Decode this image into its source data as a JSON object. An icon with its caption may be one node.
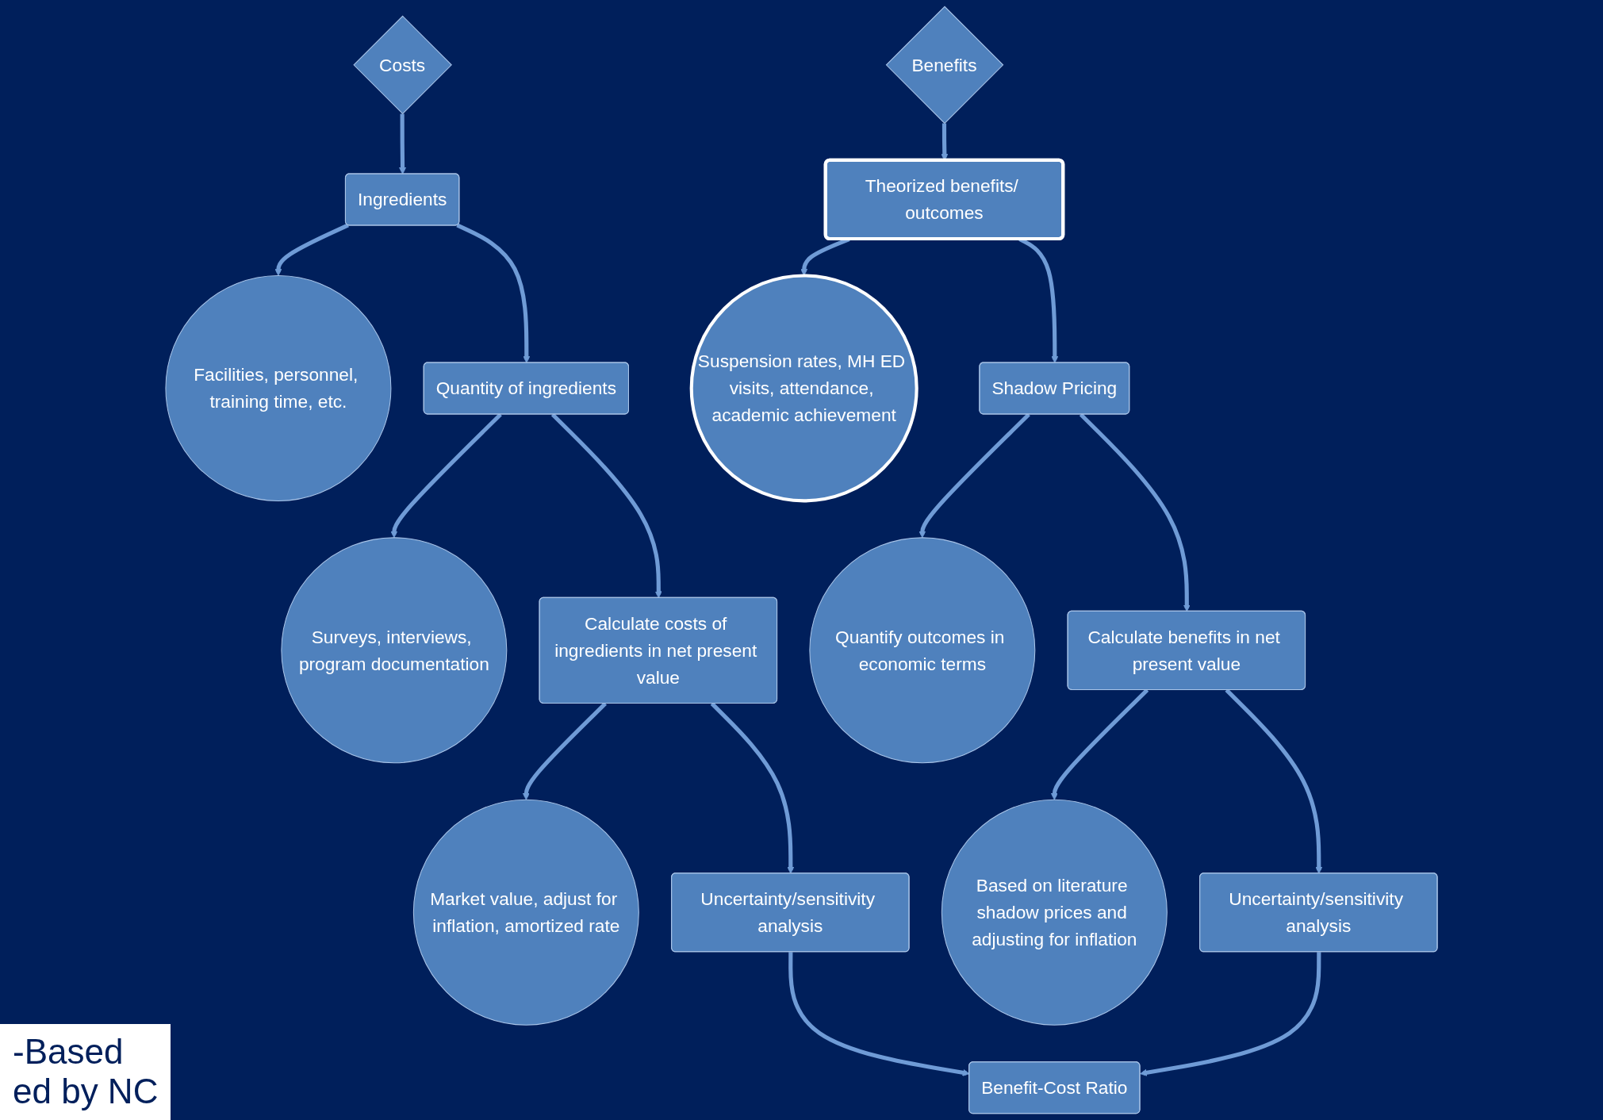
{
  "diagram": {
    "nodes": [
      {
        "text": [
          "Costs"
        ]
      },
      {
        "text": [
          "Ingredients"
        ]
      },
      {
        "text": [
          "Facilities, personnel, training time, etc."
        ]
      },
      {
        "text": [
          "Quantity of ingredients"
        ]
      },
      {
        "text": [
          "Surveys, interviews, program documentation"
        ]
      },
      {
        "text": [
          "Calculate costs of ingredients in net present value"
        ]
      },
      {
        "text": [
          "Market value, adjust for inflation, amortized rate"
        ]
      },
      {
        "text": [
          "Uncertainty/sensitivity analysis"
        ]
      },
      {
        "text": [
          "Benefits"
        ]
      },
      {
        "text": [
          "Theorized benefits/ outcomes"
        ]
      },
      {
        "text": [
          "Suspension rates, MH ED visits, attendance, academic achievement"
        ]
      },
      {
        "text": [
          "Shadow Pricing"
        ]
      },
      {
        "text": [
          "Quantify outcomes in economic terms"
        ]
      },
      {
        "text": [
          "Calculate benefits in net present value"
        ]
      },
      {
        "text": [
          "Based on literature shadow prices and adjusting for inflation"
        ]
      },
      {
        "text": [
          "Uncertainty/sensitivity analysis"
        ]
      },
      {
        "text": [
          "Benefit-Cost Ratio"
        ]
      }
    ],
    "edges": [
      {
        "from": 0,
        "to": 1,
        "arrow": "to"
      },
      {
        "from": 1,
        "to": 2,
        "arrow": "to"
      },
      {
        "from": 1,
        "to": 3,
        "arrow": "to"
      },
      {
        "from": 3,
        "to": 4,
        "arrow": "to"
      },
      {
        "from": 3,
        "to": 5,
        "arrow": "to"
      },
      {
        "from": 5,
        "to": 6,
        "arrow": "to"
      },
      {
        "from": 5,
        "to": 7,
        "arrow": "to"
      },
      {
        "from": 8,
        "to": 9,
        "arrow": "to"
      },
      {
        "from": 9,
        "to": 10,
        "arrow": "to"
      },
      {
        "from": 9,
        "to": 11,
        "arrow": "to"
      },
      {
        "from": 11,
        "to": 12,
        "arrow": "to"
      },
      {
        "from": 11,
        "to": 13,
        "arrow": "to"
      },
      {
        "from": 13,
        "to": 14,
        "arrow": "to"
      },
      {
        "from": 13,
        "to": 15,
        "arrow": "to"
      },
      {
        "from": 7,
        "to": 16,
        "arrow": "to"
      },
      {
        "from": 15,
        "to": 16,
        "arrow": "to"
      }
    ],
    "labels": [
      "-Based",
      "ed by NC"
    ]
  }
}
